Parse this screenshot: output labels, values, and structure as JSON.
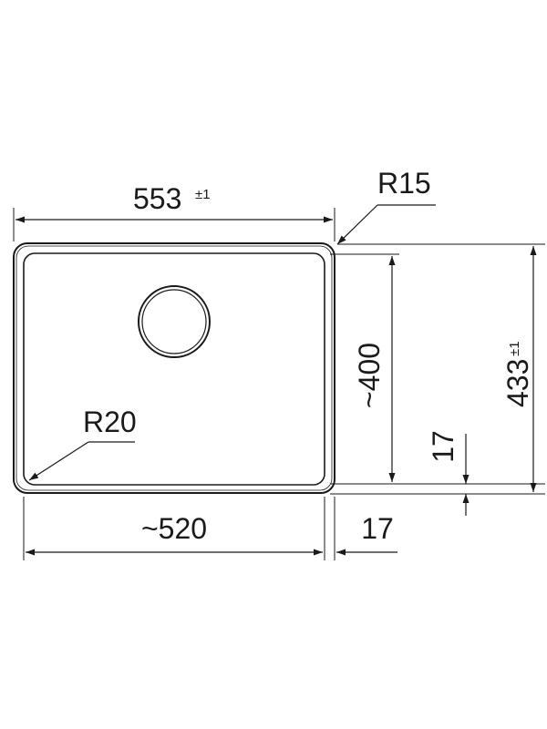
{
  "drawing": {
    "outer_width": {
      "value": "553",
      "tolerance": "±1"
    },
    "outer_height": {
      "value": "433",
      "tolerance": "±1"
    },
    "inner_width": "~520",
    "inner_height": "~400",
    "rim_bottom": "17",
    "rim_right": "17",
    "corner_outer": "R15",
    "corner_inner": "R20"
  },
  "colors": {
    "line": "#1a1a1a",
    "background": "#ffffff"
  }
}
